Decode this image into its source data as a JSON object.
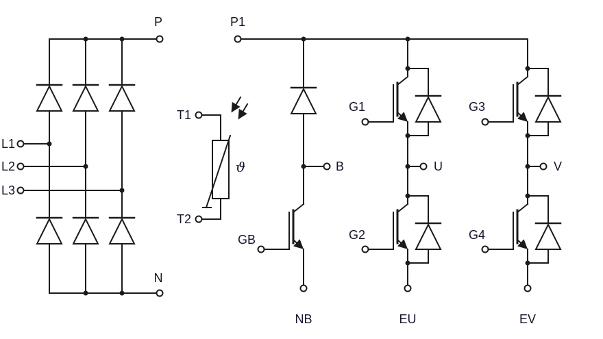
{
  "colors": {
    "line": "#1b1b1b",
    "label": "#14142a",
    "background": "#ffffff"
  },
  "schematic": {
    "rectifier": {
      "p": "P",
      "n": "N",
      "l1": "L1",
      "l2": "L2",
      "l3": "L3"
    },
    "thermistor": {
      "t1": "T1",
      "t2": "T2",
      "symbol": "ϑ"
    },
    "inverter": {
      "p1": "P1",
      "brake": {
        "b": "B",
        "gate": "GB",
        "out": "NB"
      },
      "phase_u": {
        "gate_top": "G1",
        "gate_bottom": "G2",
        "mid": "U",
        "out": "EU"
      },
      "phase_v": {
        "gate_top": "G3",
        "gate_bottom": "G4",
        "mid": "V",
        "out": "EV"
      }
    }
  }
}
